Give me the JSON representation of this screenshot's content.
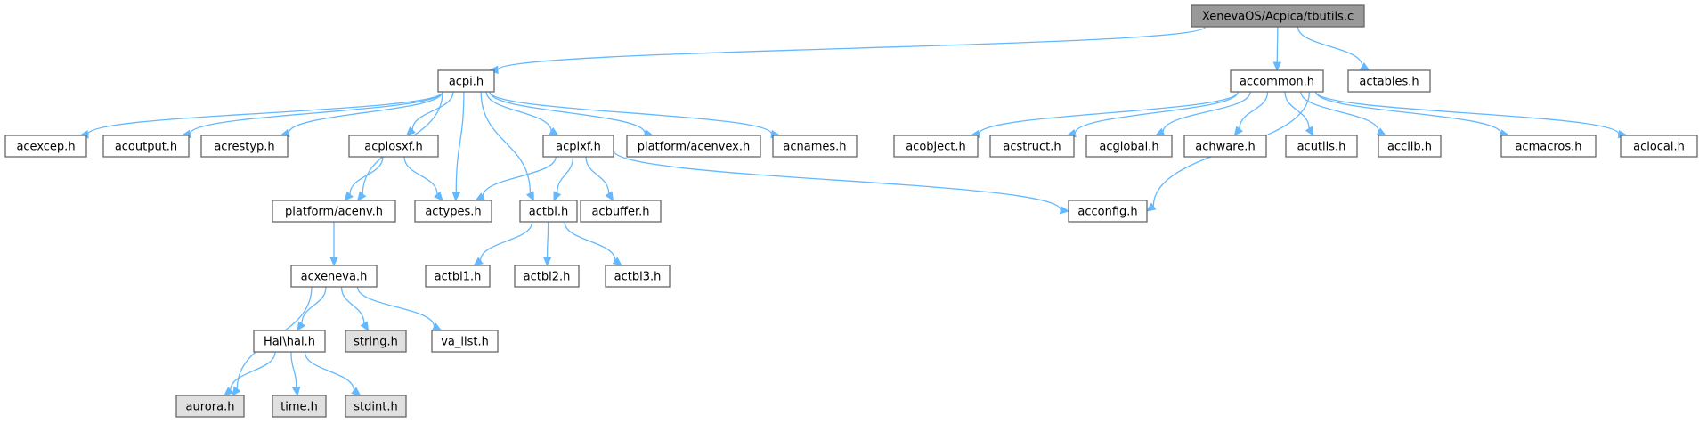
{
  "diagram": {
    "type": "include-dependency-graph",
    "colors": {
      "root_fill": "#999999",
      "node_fill": "#ffffff",
      "system_fill": "#e0e0e0",
      "node_border": "#666666",
      "edge": "#63b8ff"
    },
    "nodes": [
      {
        "id": "root",
        "label": "XenevaOS/Acpica/tbutils.c",
        "kind": "root"
      },
      {
        "id": "acpi",
        "label": "acpi.h",
        "kind": "normal"
      },
      {
        "id": "accommon",
        "label": "accommon.h",
        "kind": "normal"
      },
      {
        "id": "actables",
        "label": "actables.h",
        "kind": "normal"
      },
      {
        "id": "acexcep",
        "label": "acexcep.h",
        "kind": "normal"
      },
      {
        "id": "acoutput",
        "label": "acoutput.h",
        "kind": "normal"
      },
      {
        "id": "acrestyp",
        "label": "acrestyp.h",
        "kind": "normal"
      },
      {
        "id": "acpiosxf",
        "label": "acpiosxf.h",
        "kind": "normal"
      },
      {
        "id": "acpixf",
        "label": "acpixf.h",
        "kind": "normal"
      },
      {
        "id": "acenvex",
        "label": "platform/acenvex.h",
        "kind": "normal"
      },
      {
        "id": "acnames",
        "label": "acnames.h",
        "kind": "normal"
      },
      {
        "id": "acobject",
        "label": "acobject.h",
        "kind": "normal"
      },
      {
        "id": "acstruct",
        "label": "acstruct.h",
        "kind": "normal"
      },
      {
        "id": "acglobal",
        "label": "acglobal.h",
        "kind": "normal"
      },
      {
        "id": "achware",
        "label": "achware.h",
        "kind": "normal"
      },
      {
        "id": "acutils",
        "label": "acutils.h",
        "kind": "normal"
      },
      {
        "id": "acclib",
        "label": "acclib.h",
        "kind": "normal"
      },
      {
        "id": "acmacros",
        "label": "acmacros.h",
        "kind": "normal"
      },
      {
        "id": "aclocal",
        "label": "aclocal.h",
        "kind": "normal"
      },
      {
        "id": "acenv",
        "label": "platform/acenv.h",
        "kind": "normal"
      },
      {
        "id": "actypes",
        "label": "actypes.h",
        "kind": "normal"
      },
      {
        "id": "actbl",
        "label": "actbl.h",
        "kind": "normal"
      },
      {
        "id": "acbuffer",
        "label": "acbuffer.h",
        "kind": "normal"
      },
      {
        "id": "acconfig",
        "label": "acconfig.h",
        "kind": "normal"
      },
      {
        "id": "acxeneva",
        "label": "acxeneva.h",
        "kind": "normal"
      },
      {
        "id": "actbl1",
        "label": "actbl1.h",
        "kind": "normal"
      },
      {
        "id": "actbl2",
        "label": "actbl2.h",
        "kind": "normal"
      },
      {
        "id": "actbl3",
        "label": "actbl3.h",
        "kind": "normal"
      },
      {
        "id": "halh",
        "label": "Hal\\hal.h",
        "kind": "normal"
      },
      {
        "id": "stringh",
        "label": "string.h",
        "kind": "system"
      },
      {
        "id": "valist",
        "label": "va_list.h",
        "kind": "normal"
      },
      {
        "id": "aurora",
        "label": "aurora.h",
        "kind": "system"
      },
      {
        "id": "timeh",
        "label": "time.h",
        "kind": "system"
      },
      {
        "id": "stdint",
        "label": "stdint.h",
        "kind": "system"
      }
    ],
    "edges": [
      [
        "root",
        "acpi"
      ],
      [
        "root",
        "accommon"
      ],
      [
        "root",
        "actables"
      ],
      [
        "acpi",
        "acexcep"
      ],
      [
        "acpi",
        "acoutput"
      ],
      [
        "acpi",
        "acrestyp"
      ],
      [
        "acpi",
        "acenv"
      ],
      [
        "acpi",
        "acpiosxf"
      ],
      [
        "acpi",
        "actypes"
      ],
      [
        "acpi",
        "actbl"
      ],
      [
        "acpi",
        "acpixf"
      ],
      [
        "acpi",
        "acenvex"
      ],
      [
        "acpi",
        "acnames"
      ],
      [
        "accommon",
        "acobject"
      ],
      [
        "accommon",
        "acstruct"
      ],
      [
        "accommon",
        "acglobal"
      ],
      [
        "accommon",
        "achware"
      ],
      [
        "accommon",
        "acutils"
      ],
      [
        "accommon",
        "acclib"
      ],
      [
        "accommon",
        "acconfig"
      ],
      [
        "accommon",
        "acmacros"
      ],
      [
        "accommon",
        "aclocal"
      ],
      [
        "acpiosxf",
        "acenv"
      ],
      [
        "acpiosxf",
        "actypes"
      ],
      [
        "acpixf",
        "actypes"
      ],
      [
        "acpixf",
        "actbl"
      ],
      [
        "acpixf",
        "acbuffer"
      ],
      [
        "acpixf",
        "acconfig"
      ],
      [
        "acenv",
        "acxeneva"
      ],
      [
        "actbl",
        "actbl1"
      ],
      [
        "actbl",
        "actbl2"
      ],
      [
        "actbl",
        "actbl3"
      ],
      [
        "acxeneva",
        "aurora"
      ],
      [
        "acxeneva",
        "halh"
      ],
      [
        "acxeneva",
        "stringh"
      ],
      [
        "acxeneva",
        "valist"
      ],
      [
        "halh",
        "aurora"
      ],
      [
        "halh",
        "timeh"
      ],
      [
        "halh",
        "stdint"
      ]
    ]
  }
}
